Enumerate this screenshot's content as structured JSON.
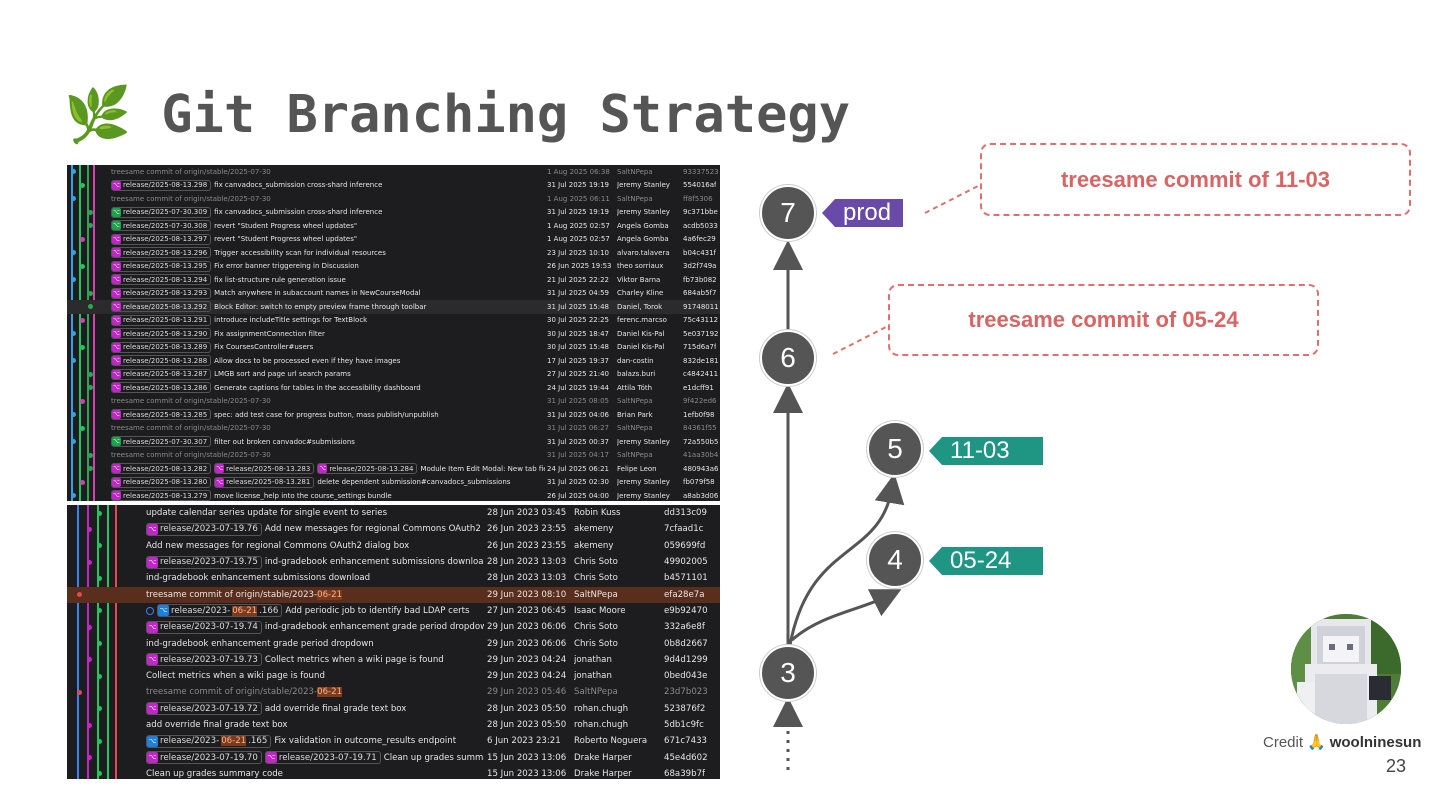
{
  "slide": {
    "title_emoji": "🌿",
    "title": "Git Branching Strategy",
    "page_number": "23",
    "credit_label": "Credit",
    "credit_emoji": "🙏",
    "credit_name": "woolninesun"
  },
  "log_top": {
    "rows": [
      {
        "tags": [],
        "message": "treesame commit of origin/stable/2025-07-30",
        "date": "1 Aug 2025 06:38",
        "author": "SaltNPepa",
        "hash": "93337523",
        "dim": true
      },
      {
        "tags": [
          {
            "label": "release/2025-08-13.298",
            "color": "pink"
          }
        ],
        "message": "fix canvadocs_submission cross-shard inference",
        "date": "31 Jul 2025 19:19",
        "author": "Jeremy Stanley",
        "hash": "554016af"
      },
      {
        "tags": [],
        "message": "treesame commit of origin/stable/2025-07-30",
        "date": "1 Aug 2025 06:11",
        "author": "SaltNPepa",
        "hash": "ff8f5306",
        "dim": true
      },
      {
        "tags": [
          {
            "label": "release/2025-07-30.309",
            "color": "green"
          }
        ],
        "message": "fix canvadocs_submission cross-shard inference",
        "date": "31 Jul 2025 19:19",
        "author": "Jeremy Stanley",
        "hash": "9c371bbe"
      },
      {
        "tags": [
          {
            "label": "release/2025-07-30.308",
            "color": "green"
          }
        ],
        "message": "revert \"Student Progress wheel updates\"",
        "date": "1 Aug 2025 02:57",
        "author": "Angela Gomba",
        "hash": "acdb5033"
      },
      {
        "tags": [
          {
            "label": "release/2025-08-13.297",
            "color": "pink"
          }
        ],
        "message": "revert \"Student Progress wheel updates\"",
        "date": "1 Aug 2025 02:57",
        "author": "Angela Gomba",
        "hash": "4a6fec29"
      },
      {
        "tags": [
          {
            "label": "release/2025-08-13.296",
            "color": "pink"
          }
        ],
        "message": "Trigger accessibility scan for individual resources",
        "date": "23 Jul 2025 10:10",
        "author": "alvaro.talavera",
        "hash": "b04c431f"
      },
      {
        "tags": [
          {
            "label": "release/2025-08-13.295",
            "color": "pink"
          }
        ],
        "message": "Fix error banner triggereing in Discussion",
        "date": "26 Jun 2025 19:53",
        "author": "theo sorriaux",
        "hash": "3d2f749a"
      },
      {
        "tags": [
          {
            "label": "release/2025-08-13.294",
            "color": "pink"
          }
        ],
        "message": "fix list-structure rule generation issue",
        "date": "21 Jul 2025 22:22",
        "author": "Viktor Barna",
        "hash": "fb73b082"
      },
      {
        "tags": [
          {
            "label": "release/2025-08-13.293",
            "color": "pink"
          }
        ],
        "message": "Match anywhere in subaccount names in NewCourseModal",
        "date": "31 Jul 2025 04:59",
        "author": "Charley Kline",
        "hash": "684ab5f7"
      },
      {
        "tags": [
          {
            "label": "release/2025-08-13.292",
            "color": "pink"
          }
        ],
        "message": "Block Editor: switch to empty preview frame through toolbar",
        "date": "31 Jul 2025 15:48",
        "author": "Daniel, Torok",
        "hash": "91748011",
        "sel": true
      },
      {
        "tags": [
          {
            "label": "release/2025-08-13.291",
            "color": "pink"
          }
        ],
        "message": "introduce includeTitle settings for TextBlock",
        "date": "30 Jul 2025 22:25",
        "author": "ferenc.marcso",
        "hash": "75c43112"
      },
      {
        "tags": [
          {
            "label": "release/2025-08-13.290",
            "color": "pink"
          }
        ],
        "message": "Fix assignmentConnection filter",
        "date": "30 Jul 2025 18:47",
        "author": "Daniel Kis-Pal",
        "hash": "5e037192"
      },
      {
        "tags": [
          {
            "label": "release/2025-08-13.289",
            "color": "pink"
          }
        ],
        "message": "Fix CoursesController#users",
        "date": "30 Jul 2025 15:48",
        "author": "Daniel Kis-Pal",
        "hash": "715d6a7f"
      },
      {
        "tags": [
          {
            "label": "release/2025-08-13.288",
            "color": "pink"
          }
        ],
        "message": "Allow docs to be processed even if they have images",
        "date": "17 Jul 2025 19:37",
        "author": "dan-costin",
        "hash": "832de181"
      },
      {
        "tags": [
          {
            "label": "release/2025-08-13.287",
            "color": "pink"
          }
        ],
        "message": "LMGB sort and page url search params",
        "date": "27 Jul 2025 21:40",
        "author": "balazs.buri",
        "hash": "c4842411"
      },
      {
        "tags": [
          {
            "label": "release/2025-08-13.286",
            "color": "pink"
          }
        ],
        "message": "Generate captions for tables in the accessibility dashboard",
        "date": "24 Jul 2025 19:44",
        "author": "Attila Tóth",
        "hash": "e1dcff91"
      },
      {
        "tags": [],
        "message": "treesame commit of origin/stable/2025-07-30",
        "date": "31 Jul 2025 08:05",
        "author": "SaltNPepa",
        "hash": "9f422ed6",
        "dim": true
      },
      {
        "tags": [
          {
            "label": "release/2025-08-13.285",
            "color": "pink"
          }
        ],
        "message": "spec: add test case for progress button, mass publish/unpublish",
        "date": "31 Jul 2025 04:06",
        "author": "Brian Park",
        "hash": "1efb0f98"
      },
      {
        "tags": [],
        "message": "treesame commit of origin/stable/2025-07-30",
        "date": "31 Jul 2025 06:27",
        "author": "SaltNPepa",
        "hash": "84361f55",
        "dim": true
      },
      {
        "tags": [
          {
            "label": "release/2025-07-30.307",
            "color": "green"
          }
        ],
        "message": "filter out broken canvadoc#submissions",
        "date": "31 Jul 2025 00:37",
        "author": "Jeremy Stanley",
        "hash": "72a550b5"
      },
      {
        "tags": [],
        "message": "treesame commit of origin/stable/2025-07-30",
        "date": "31 Jul 2025 04:17",
        "author": "SaltNPepa",
        "hash": "41aa30b4",
        "dim": true
      },
      {
        "tags": [
          {
            "label": "release/2025-08-13.282",
            "color": "pink"
          },
          {
            "label": "release/2025-08-13.283",
            "color": "pink"
          },
          {
            "label": "release/2025-08-13.284",
            "color": "pink"
          }
        ],
        "message": "Module Item Edit Modal: New tab field",
        "date": "24 Jul 2025 06:21",
        "author": "Felipe Leon",
        "hash": "480943a6"
      },
      {
        "tags": [
          {
            "label": "release/2025-08-13.280",
            "color": "pink"
          },
          {
            "label": "release/2025-08-13.281",
            "color": "pink"
          }
        ],
        "message": "delete dependent submission#canvadocs_submissions",
        "date": "31 Jul 2025 02:30",
        "author": "Jeremy Stanley",
        "hash": "fb079f58"
      },
      {
        "tags": [
          {
            "label": "release/2025-08-13.279",
            "color": "pink"
          }
        ],
        "message": "move license_help into the course_settings bundle",
        "date": "26 Jul 2025 04:00",
        "author": "Jeremy Stanley",
        "hash": "a8ab3d06"
      }
    ]
  },
  "log_bottom": {
    "rows": [
      {
        "tags": [],
        "message": "update calendar series update for single event to series",
        "date": "28 Jun 2023 03:45",
        "author": "Robin Kuss",
        "hash": "dd313c09"
      },
      {
        "tags": [
          {
            "label": "release/2023-07-19.76",
            "color": "pink"
          }
        ],
        "message": "Add new messages for regional Commons OAuth2 dialog box",
        "date": "26 Jun 2023 23:55",
        "author": "akemeny",
        "hash": "7cfaad1c"
      },
      {
        "tags": [],
        "message": "Add new messages for regional Commons OAuth2 dialog box",
        "date": "26 Jun 2023 23:55",
        "author": "akemeny",
        "hash": "059699fd"
      },
      {
        "tags": [
          {
            "label": "release/2023-07-19.75",
            "color": "pink"
          }
        ],
        "message": "ind-gradebook enhancement submissions download",
        "date": "28 Jun 2023 13:03",
        "author": "Chris Soto",
        "hash": "49902005"
      },
      {
        "tags": [],
        "message": "ind-gradebook enhancement submissions download",
        "date": "28 Jun 2023 13:03",
        "author": "Chris Soto",
        "hash": "b4571101"
      },
      {
        "tags": [],
        "message_pre": "treesame commit of origin/stable/2023-",
        "message_hl": "06-21",
        "message": "",
        "date": "29 Jun 2023 08:10",
        "author": "SaltNPepa",
        "hash": "efa28e7a",
        "hl": true
      },
      {
        "ring": true,
        "tags": [
          {
            "label_pre": "release/2023-",
            "label_hl": "06-21",
            "label_post": ".166",
            "color": "blue"
          }
        ],
        "message": "Add periodic job to identify bad LDAP certs",
        "date": "27 Jun 2023 06:45",
        "author": "Isaac Moore",
        "hash": "e9b92470"
      },
      {
        "tags": [
          {
            "label": "release/2023-07-19.74",
            "color": "pink"
          }
        ],
        "message": "ind-gradebook enhancement grade period dropdown",
        "date": "29 Jun 2023 06:06",
        "author": "Chris Soto",
        "hash": "332a6e8f"
      },
      {
        "tags": [],
        "message": "ind-gradebook enhancement grade period dropdown",
        "date": "29 Jun 2023 06:06",
        "author": "Chris Soto",
        "hash": "0b8d2667"
      },
      {
        "tags": [
          {
            "label": "release/2023-07-19.73",
            "color": "pink"
          }
        ],
        "message": "Collect metrics when a wiki page is found",
        "date": "29 Jun 2023 04:24",
        "author": "jonathan",
        "hash": "9d4d1299"
      },
      {
        "tags": [],
        "message": "Collect metrics when a wiki page is found",
        "date": "29 Jun 2023 04:24",
        "author": "jonathan",
        "hash": "0bed043e"
      },
      {
        "tags": [],
        "message_pre": "treesame commit of origin/stable/2023-",
        "message_hl": "06-21",
        "message": "",
        "date": "29 Jun 2023 05:46",
        "author": "SaltNPepa",
        "hash": "23d7b023",
        "dim": true
      },
      {
        "tags": [
          {
            "label": "release/2023-07-19.72",
            "color": "pink"
          }
        ],
        "message": "add override final grade text box",
        "date": "28 Jun 2023 05:50",
        "author": "rohan.chugh",
        "hash": "523876f2"
      },
      {
        "tags": [],
        "message": "add override final grade text box",
        "date": "28 Jun 2023 05:50",
        "author": "rohan.chugh",
        "hash": "5db1c9fc"
      },
      {
        "tags": [
          {
            "label_pre": "release/2023-",
            "label_hl": "06-21",
            "label_post": ".165",
            "color": "blue"
          }
        ],
        "message": "Fix validation in outcome_results endpoint",
        "date": "6 Jun 2023 23:21",
        "author": "Roberto Noguera",
        "hash": "671c7433"
      },
      {
        "tags": [
          {
            "label": "release/2023-07-19.70",
            "color": "pink"
          },
          {
            "label": "release/2023-07-19.71",
            "color": "pink"
          }
        ],
        "message": "Clean up grades summar...",
        "date": "15 Jun 2023 13:06",
        "author": "Drake Harper",
        "hash": "45e4d602"
      },
      {
        "tags": [],
        "message": "Clean up grades summary code",
        "date": "15 Jun 2023 13:06",
        "author": "Drake Harper",
        "hash": "68a39b7f"
      }
    ]
  },
  "diagram": {
    "nodes": [
      "7",
      "6",
      "5",
      "4",
      "3"
    ],
    "flags": [
      {
        "label": "prod",
        "color": "#6a4aa8"
      },
      {
        "label": "11-03",
        "color": "#1f9684"
      },
      {
        "label": "05-24",
        "color": "#1f9684"
      }
    ],
    "callouts": [
      "treesame commit of 11-03",
      "treesame commit of 05-24"
    ],
    "colors": {
      "node": "#555555",
      "callout": "#d86464",
      "line": "#555555"
    }
  }
}
